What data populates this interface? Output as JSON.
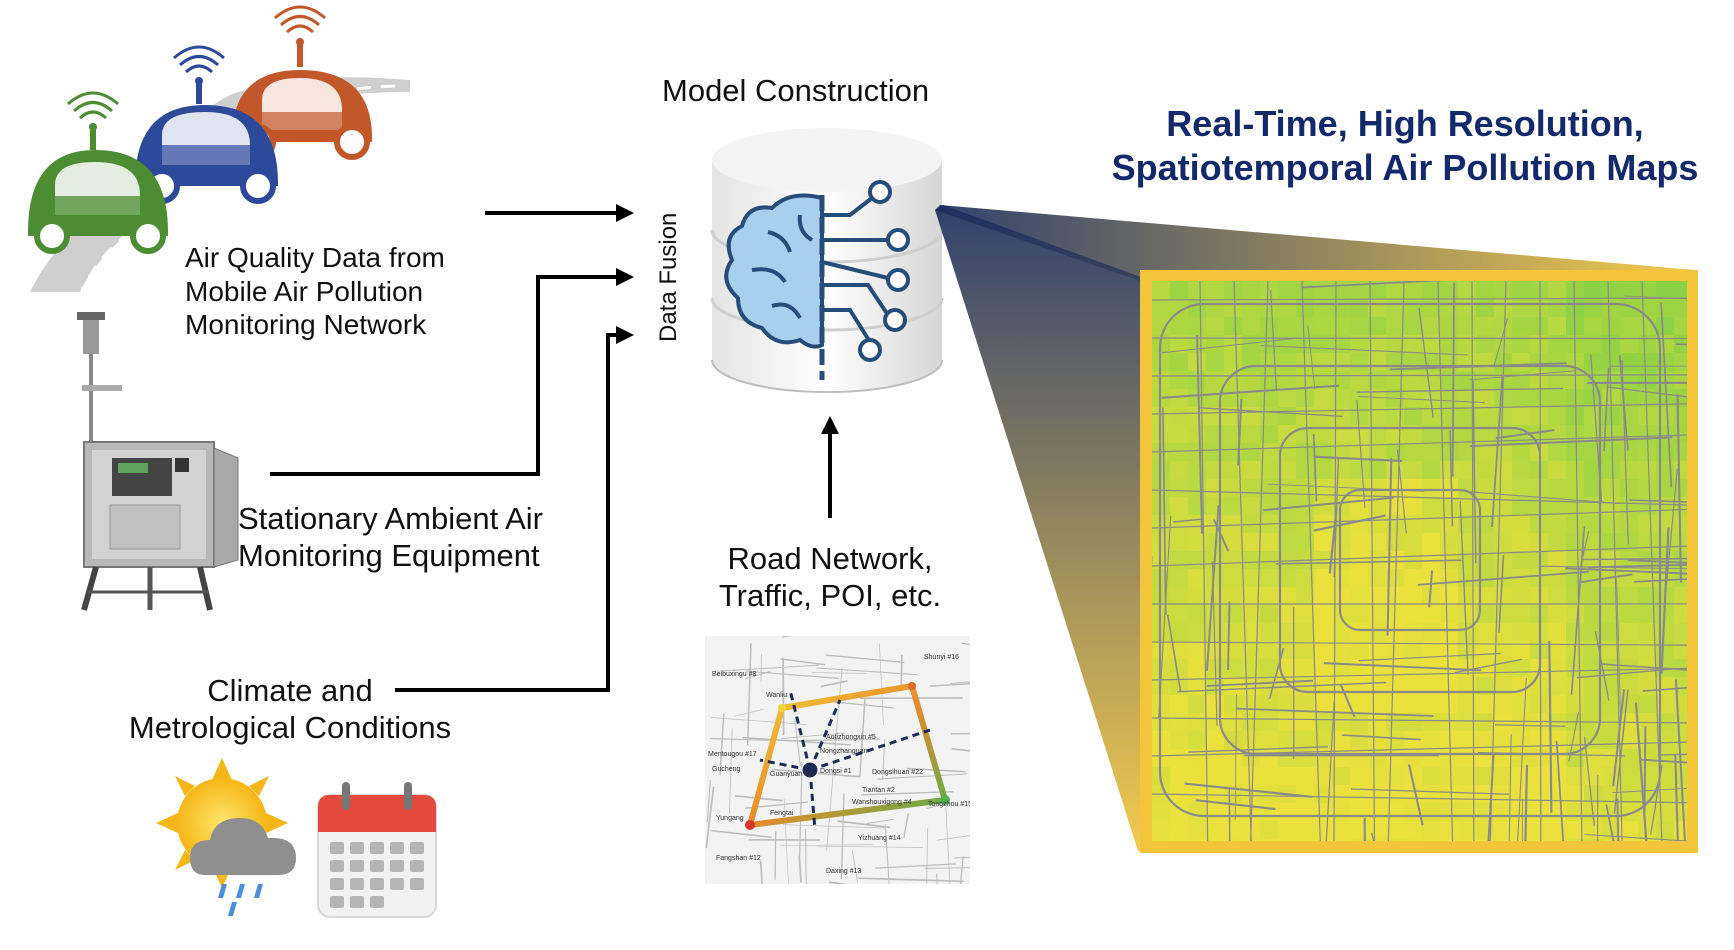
{
  "title": {
    "line1": "Real-Time, High Resolution,",
    "line2": "Spatiotemporal Air Pollution Maps"
  },
  "model": {
    "label": "Model Construction",
    "fusion_label": "Data Fusion"
  },
  "inputs": {
    "mobile": {
      "line1": "Air Quality Data from",
      "line2": "Mobile Air Pollution",
      "line3": "Monitoring Network"
    },
    "stationary": {
      "line1": "Stationary Ambient Air",
      "line2": "Monitoring Equipment"
    },
    "climate": {
      "line1": "Climate and",
      "line2": "Metrological Conditions"
    },
    "road": {
      "line1": "Road Network,",
      "line2": "Traffic, POI, etc."
    }
  },
  "road_map_labels": [
    "Shunyi #16",
    "Beibuxingu #8",
    "Wanliu",
    "Aotizhongxin #5",
    "Nongzhanguan",
    "Mentougou #17",
    "Gucheng",
    "Guanyuan #3",
    "Dongsi #1",
    "Dongsihuan #22",
    "Tiantan #2",
    "Wanshouxigong #4",
    "Tongzhou #15",
    "Yungang",
    "Fengtai",
    "Yizhuang #14",
    "Fangshan #12",
    "Daxing #13"
  ],
  "colors": {
    "title": "#14296b",
    "car_green": "#4c8c32",
    "car_blue": "#2d4a9a",
    "car_orange": "#c2572a",
    "frame_gold": "#f2c53a",
    "brain": "#a9cfee",
    "outline": "#264d7a"
  },
  "icons": [
    "wifi-icon",
    "brain-circuit-icon",
    "sun-cloud-rain-icon",
    "calendar-icon",
    "database-icon"
  ]
}
